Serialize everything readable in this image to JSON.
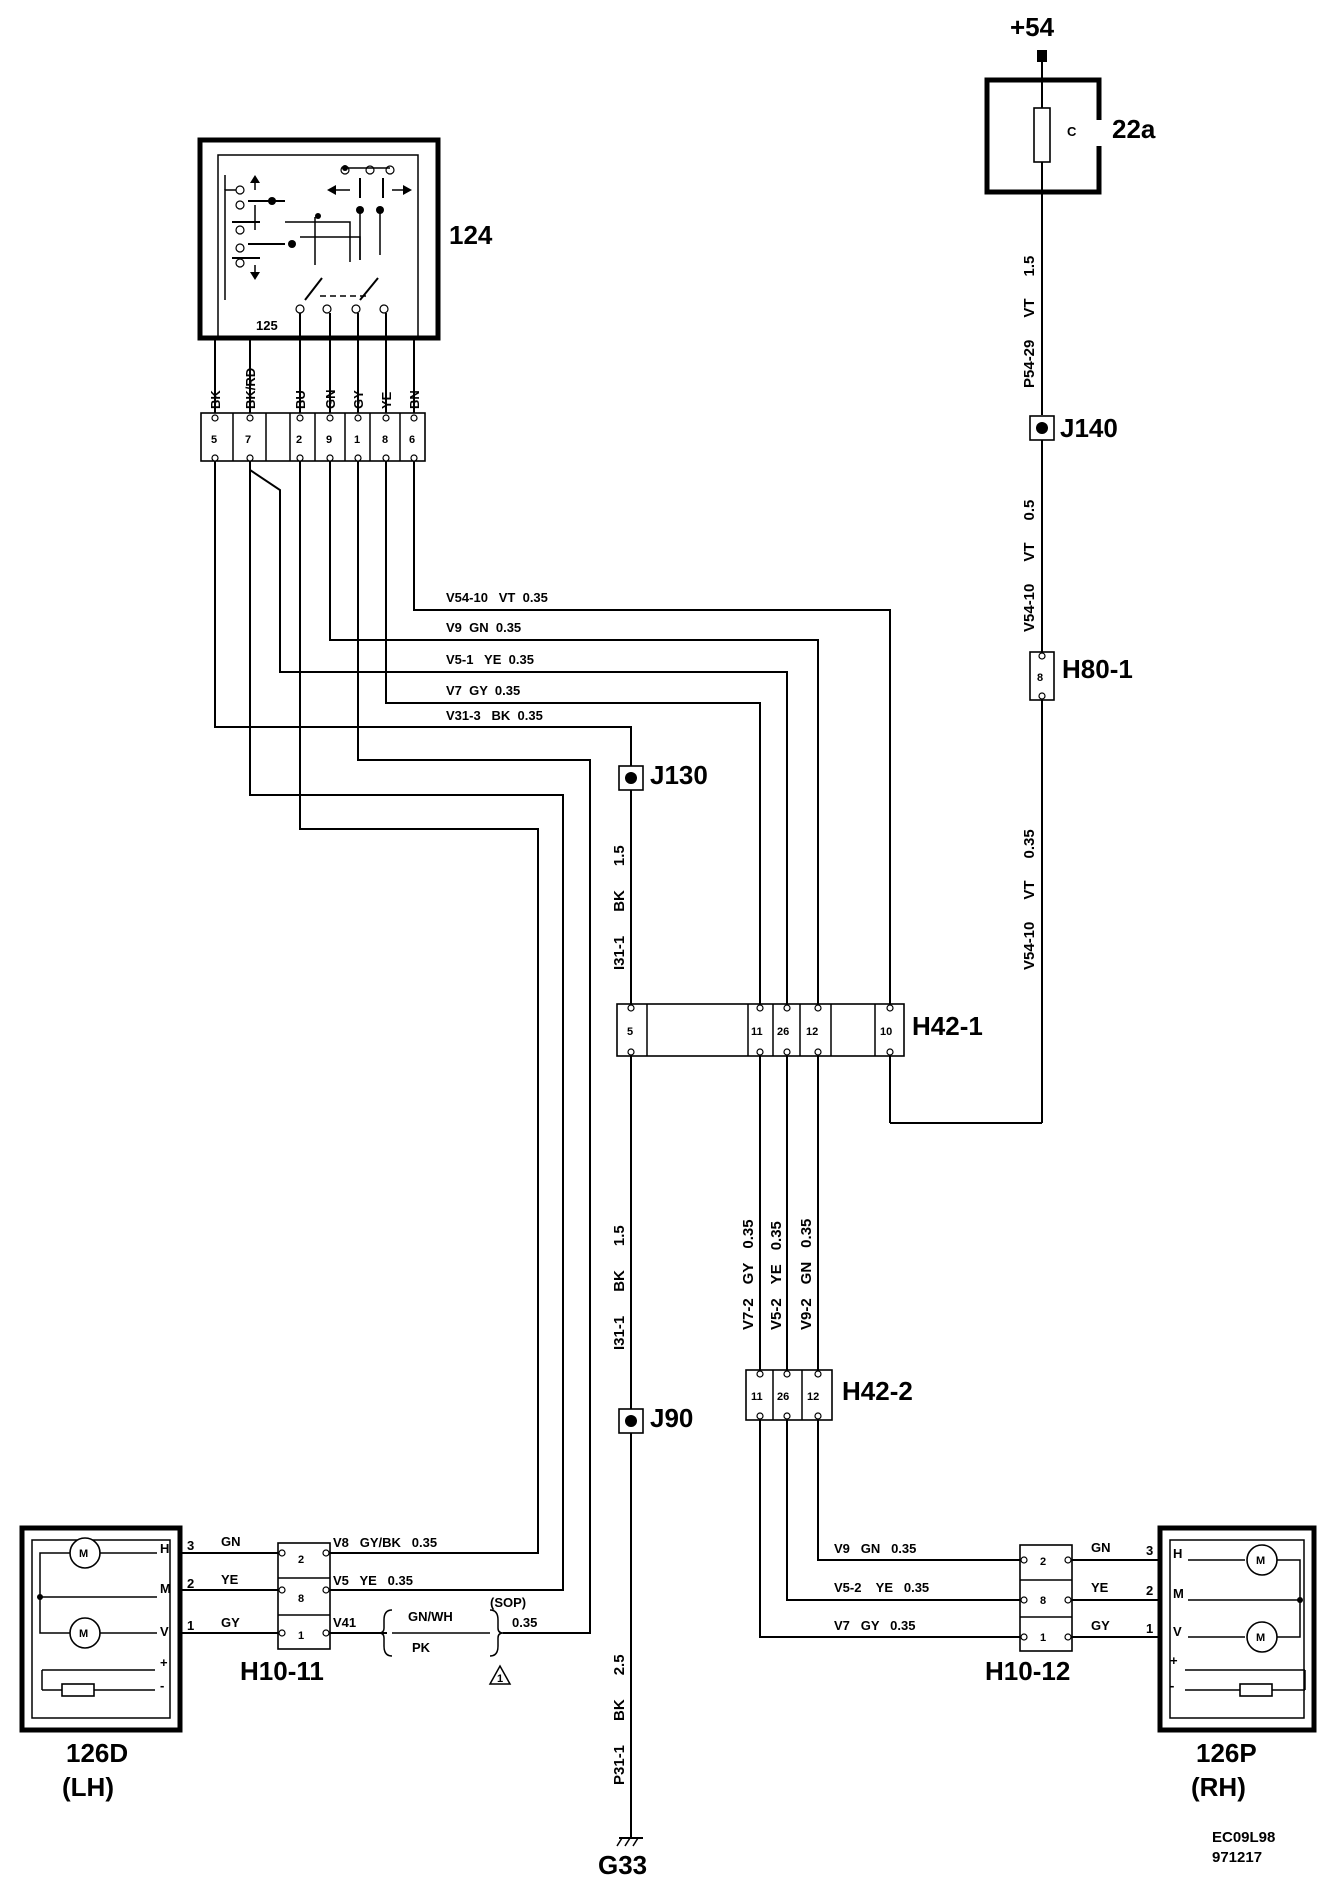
{
  "supply": {
    "label": "+54"
  },
  "fuse": {
    "id": "22a",
    "letter": "C"
  },
  "switch": {
    "id": "124",
    "sub": "125"
  },
  "switch_connector": {
    "colors": [
      "BK",
      "BK/RD",
      "BU",
      "GN",
      "GY",
      "YE",
      "BN"
    ],
    "pins": [
      "5",
      "7",
      "2",
      "9",
      "1",
      "8",
      "6"
    ]
  },
  "supply_wire_1": {
    "circuit": "P54-29",
    "color": "VT",
    "size": "1.5"
  },
  "junction_j140": {
    "id": "J140"
  },
  "supply_wire_2": {
    "circuit": "V54-10",
    "color": "VT",
    "size": "0.5"
  },
  "connector_h80": {
    "id": "H80-1",
    "pin": "8"
  },
  "supply_wire_3": {
    "circuit": "V54-10",
    "color": "VT",
    "size": "0.35"
  },
  "harness_wires": [
    {
      "label": "V54-10   VT  0.35"
    },
    {
      "label": "V9  GN  0.35"
    },
    {
      "label": "V5-1   YE  0.35"
    },
    {
      "label": "V7  GY  0.35"
    },
    {
      "label": "V31-3   BK  0.35"
    }
  ],
  "junction_j130": {
    "id": "J130"
  },
  "ground_wire_1": {
    "circuit": "I31-1",
    "color": "BK",
    "size": "1.5"
  },
  "connector_h42_1": {
    "id": "H42-1",
    "pins": [
      "5",
      "11",
      "26",
      "12",
      "10"
    ]
  },
  "ground_wire_2": {
    "circuit": "I31-1",
    "color": "BK",
    "size": "1.5"
  },
  "junction_j90": {
    "id": "J90"
  },
  "ground_wire_3": {
    "circuit": "P31-1",
    "color": "BK",
    "size": "2.5"
  },
  "ground": {
    "id": "G33"
  },
  "h42_vertical_wires": [
    {
      "circuit": "V7-2",
      "color": "GY",
      "size": "0.35"
    },
    {
      "circuit": "V5-2",
      "color": "YE",
      "size": "0.35"
    },
    {
      "circuit": "V9-2",
      "color": "GN",
      "size": "0.35"
    }
  ],
  "connector_h42_2": {
    "id": "H42-2",
    "pins": [
      "11",
      "26",
      "12"
    ]
  },
  "connector_h10_11": {
    "id": "H10-11",
    "pins": [
      "2",
      "8",
      "1"
    ]
  },
  "connector_h10_12": {
    "id": "H10-12",
    "pins": [
      "2",
      "8",
      "1"
    ]
  },
  "lh_wires": [
    {
      "label": "V8   GY/BK   0.35"
    },
    {
      "label": "V5   YE   0.35"
    },
    {
      "label": "V41"
    }
  ],
  "lh_splice": {
    "top": "GN/WH",
    "bottom": "PK",
    "note": "(SOP)",
    "size": "0.35",
    "triangle": "1"
  },
  "rh_wires": [
    {
      "label": "V9   GN   0.35"
    },
    {
      "label": "V5-2    YE   0.35"
    },
    {
      "label": "V7   GY   0.35"
    }
  ],
  "mirror_lh": {
    "id": "126D",
    "side": "(LH)",
    "rows": [
      {
        "letter": "H",
        "pin": "3",
        "color": "GN"
      },
      {
        "letter": "M",
        "pin": "2",
        "color": "YE"
      },
      {
        "letter": "V",
        "pin": "1",
        "color": "GY"
      }
    ],
    "motor": "M",
    "plus": "+",
    "minus": "-"
  },
  "mirror_rh": {
    "id": "126P",
    "side": "(RH)",
    "rows": [
      {
        "letter": "H",
        "pin": "3",
        "color": "GN"
      },
      {
        "letter": "M",
        "pin": "2",
        "color": "YE"
      },
      {
        "letter": "V",
        "pin": "1",
        "color": "GY"
      }
    ],
    "motor": "M",
    "plus": "+",
    "minus": "-"
  },
  "doc_code": {
    "line1": "EC09L98",
    "line2": "971217"
  }
}
